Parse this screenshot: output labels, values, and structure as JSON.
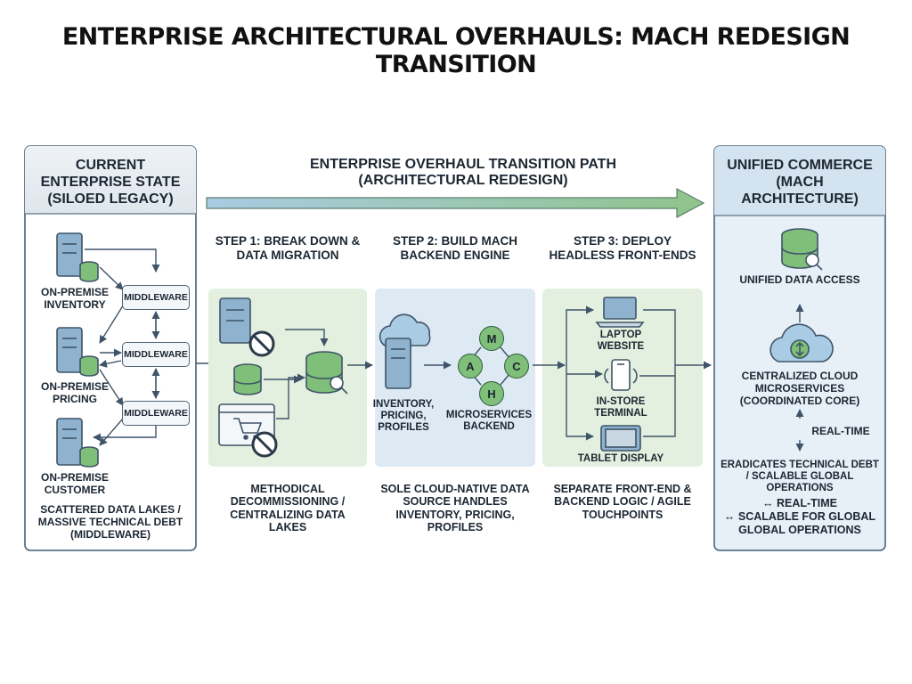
{
  "title": "ENTERPRISE ARCHITECTURAL OVERHAULS: MACH REDESIGN TRANSITION",
  "colors": {
    "accent_green": "#8fc48a",
    "accent_blue": "#9fc4de",
    "panel_blue": "#dde9f3",
    "panel_green": "#e3f0df",
    "stroke": "#3f5468"
  },
  "legacy": {
    "title": "CURRENT ENTERPRISE STATE (SILOED LEGACY)",
    "systems": [
      "ON-PREMISE INVENTORY",
      "ON-PREMISE PRICING",
      "ON-PREMISE CUSTOMER"
    ],
    "middleware": [
      "MIDDLEWARE",
      "MIDDLEWARE",
      "MIDDLEWARE"
    ],
    "caption": "SCATTERED DATA LAKES / MASSIVE TECHNICAL DEBT (MIDDLEWARE)"
  },
  "transition": {
    "title": "ENTERPRISE OVERHAUL TRANSITION PATH (ARCHITECTURAL REDESIGN)"
  },
  "steps": [
    {
      "title": "STEP 1: BREAK DOWN & DATA MIGRATION",
      "caption": "METHODICAL DECOMMISSIONING / CENTRALIZING DATA LAKES"
    },
    {
      "title": "STEP 2: BUILD MACH BACKEND ENGINE",
      "caption": "SOLE CLOUD-NATIVE DATA SOURCE HANDLES INVENTORY, PRICING, PROFILES",
      "source_label": "INVENTORY, PRICING, PROFILES",
      "engine_label": "MICROSERVICES BACKEND",
      "letters": [
        "M",
        "A",
        "C",
        "H"
      ]
    },
    {
      "title": "STEP 3: DEPLOY HEADLESS FRONT-ENDS",
      "caption": "SEPARATE FRONT-END & BACKEND LOGIC / AGILE TOUCHPOINTS",
      "devices": [
        "LAPTOP WEBSITE",
        "IN-STORE TERMINAL",
        "TABLET DISPLAY"
      ]
    }
  ],
  "unified": {
    "title": "UNIFIED COMMERCE (MACH ARCHITECTURE)",
    "data_label": "UNIFIED DATA ACCESS",
    "cloud_label": "CENTRALIZED CLOUD MICROSERVICES (COORDINATED CORE)",
    "realtime_label": "REAL-TIME",
    "caption": "ERADICATES TECHNICAL DEBT / SCALABLE GLOBAL OPERATIONS",
    "footer_1": "↔ REAL-TIME",
    "footer_2": "↔ SCALABLE FOR GLOBAL",
    "footer_3": "GLOBAL OPERATIONS"
  }
}
